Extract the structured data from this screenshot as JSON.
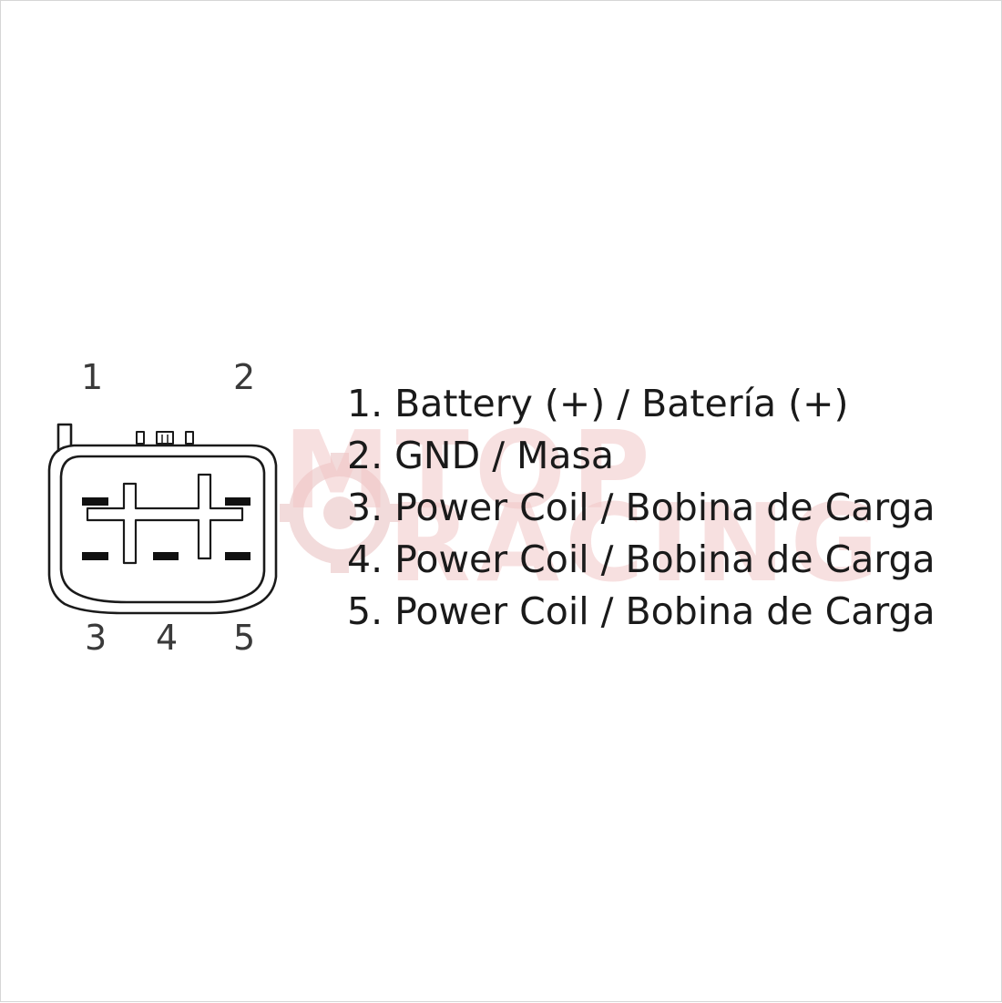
{
  "connector": {
    "top_pin_labels": [
      "1",
      "2"
    ],
    "bottom_pin_labels": [
      "3",
      "4",
      "5"
    ]
  },
  "legend": [
    "1. Battery (+) / Batería (+)",
    "2. GND / Masa",
    "3. Power Coil / Bobina de Carga",
    "4. Power Coil / Bobina de Carga",
    "5. Power Coil / Bobina de Carga"
  ],
  "watermark": {
    "line1": "MTOP",
    "line2": "RACING",
    "icon": "gear-icon",
    "color": "#e8a5a5"
  },
  "colors": {
    "line": "#1a1a1a",
    "text": "#1a1a1a"
  }
}
